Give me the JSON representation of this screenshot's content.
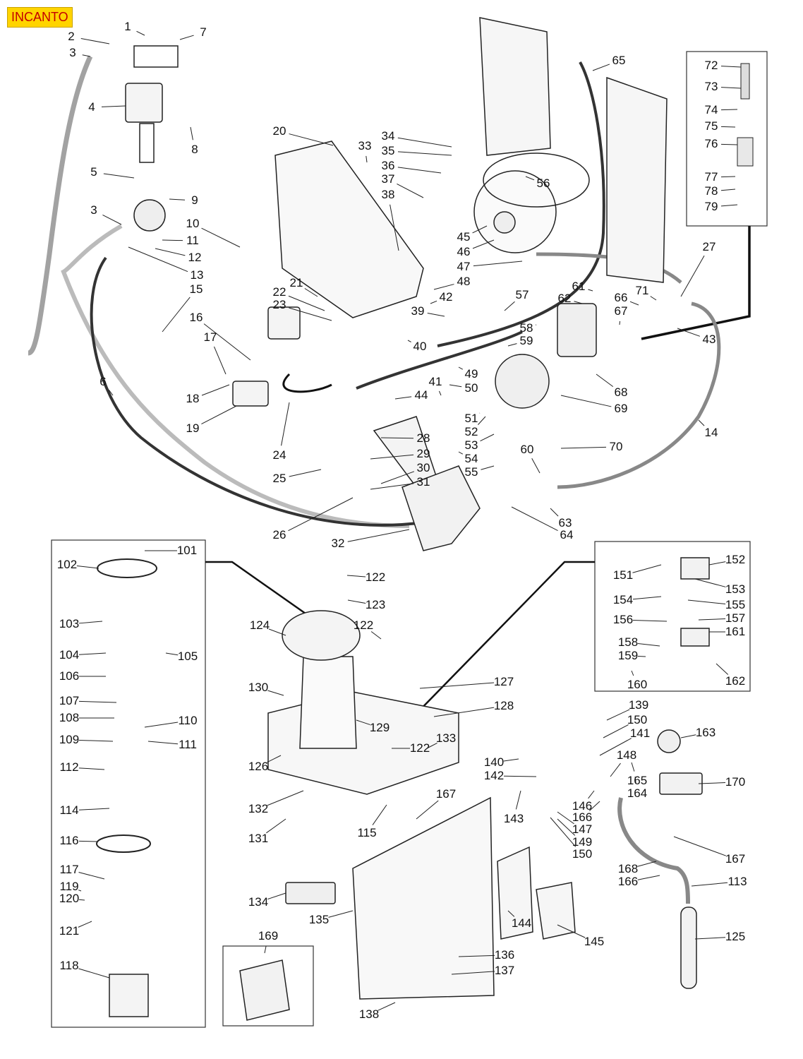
{
  "header": {
    "model_title": "INCANTO"
  },
  "callouts": [
    "1",
    "2",
    "3",
    "3",
    "4",
    "5",
    "6",
    "7",
    "8",
    "9",
    "10",
    "11",
    "12",
    "13",
    "14",
    "15",
    "16",
    "17",
    "18",
    "19",
    "20",
    "21",
    "22",
    "23",
    "24",
    "25",
    "26",
    "27",
    "28",
    "29",
    "30",
    "31",
    "32",
    "33",
    "34",
    "35",
    "36",
    "37",
    "38",
    "39",
    "40",
    "41",
    "42",
    "43",
    "44",
    "45",
    "46",
    "47",
    "48",
    "49",
    "50",
    "51",
    "52",
    "53",
    "54",
    "55",
    "56",
    "57",
    "58",
    "59",
    "60",
    "61",
    "62",
    "63",
    "64",
    "65",
    "66",
    "67",
    "68",
    "69",
    "70",
    "71",
    "72",
    "73",
    "74",
    "75",
    "76",
    "77",
    "78",
    "79",
    "101",
    "102",
    "103",
    "104",
    "105",
    "106",
    "107",
    "108",
    "109",
    "110",
    "111",
    "112",
    "113",
    "114",
    "115",
    "116",
    "117",
    "118",
    "119",
    "120",
    "121",
    "122",
    "122",
    "122",
    "123",
    "124",
    "125",
    "126",
    "127",
    "128",
    "129",
    "130",
    "131",
    "132",
    "133",
    "134",
    "135",
    "136",
    "137",
    "138",
    "139",
    "140",
    "141",
    "142",
    "143",
    "144",
    "145",
    "146",
    "147",
    "148",
    "149",
    "150",
    "150",
    "151",
    "152",
    "153",
    "154",
    "155",
    "156",
    "157",
    "158",
    "159",
    "160",
    "161",
    "162",
    "163",
    "164",
    "165",
    "166",
    "166",
    "167",
    "167",
    "168",
    "169",
    "170"
  ],
  "insets": {
    "valve_kit": [
      "72",
      "73",
      "74",
      "75",
      "76",
      "77",
      "78",
      "79"
    ],
    "grinder_kit": [
      "101",
      "102",
      "103",
      "104",
      "105",
      "106",
      "107",
      "108",
      "109",
      "110",
      "111",
      "112",
      "114",
      "116",
      "117",
      "118",
      "119",
      "120",
      "121"
    ],
    "switch_kit": [
      "151",
      "152",
      "153",
      "154",
      "155",
      "156",
      "157",
      "158",
      "159",
      "160",
      "161",
      "162"
    ],
    "doser_kit": [
      "169"
    ]
  }
}
